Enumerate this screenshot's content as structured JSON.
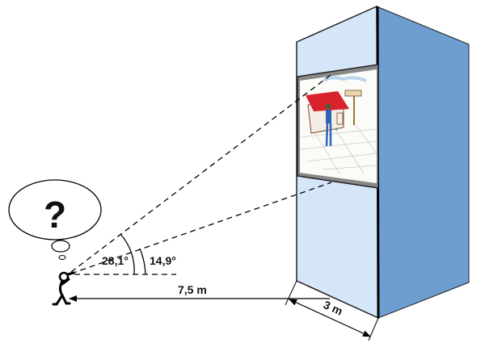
{
  "diagram": {
    "thought_symbol": "?",
    "angle_top_label": "28,1°",
    "angle_bottom_label": "14,9°",
    "distance_label": "7,5 m",
    "depth_label": "3 m",
    "colors": {
      "front_face": "#d5e6f9",
      "side_face": "#6e9ed0",
      "roof": "#d8232e",
      "person_suit": "#2e63b8"
    }
  }
}
